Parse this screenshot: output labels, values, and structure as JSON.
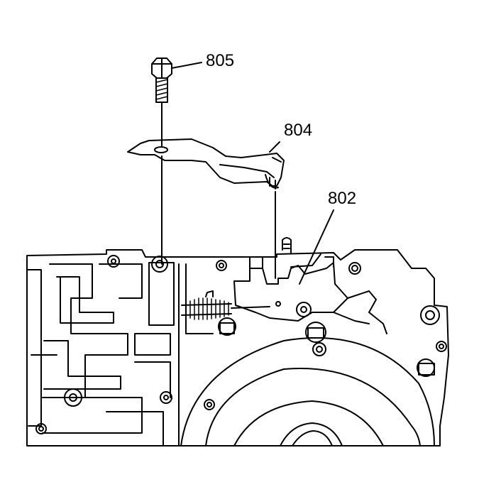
{
  "callouts": {
    "bolt": "805",
    "bracket": "804",
    "lever": "802"
  },
  "colors": {
    "line": "#000000",
    "background": "#ffffff"
  }
}
